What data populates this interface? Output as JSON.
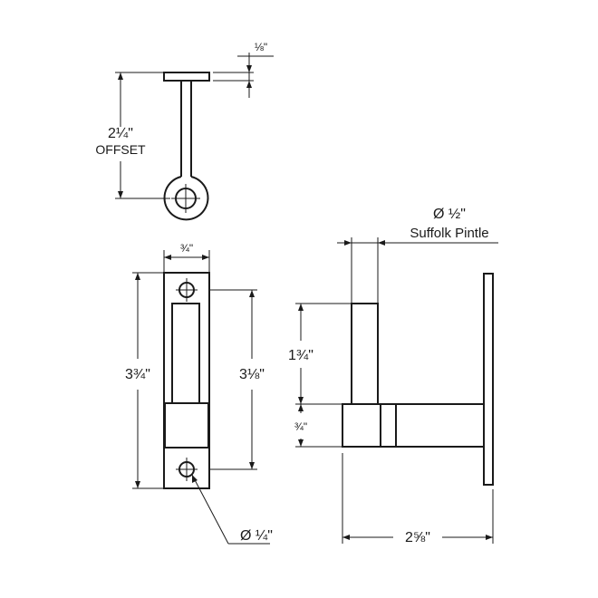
{
  "top_view": {
    "plate_thickness_label": "⅛\"",
    "offset_value_label": "2¼\"",
    "offset_caption": "OFFSET"
  },
  "front_view": {
    "width_label": "¾\"",
    "overall_height_label": "3¾\"",
    "hole_spacing_label": "3⅛\"",
    "hole_diameter_label": "Ø ¼\""
  },
  "side_view": {
    "pin_diameter_label": "Ø ½\"",
    "pintle_name": "Suffolk Pintle",
    "pin_height_label": "1¾\"",
    "arm_height_label": "¾\"",
    "overall_depth_label": "2⅝\""
  },
  "colors": {
    "line": "#1a1a1a",
    "background": "#ffffff"
  }
}
